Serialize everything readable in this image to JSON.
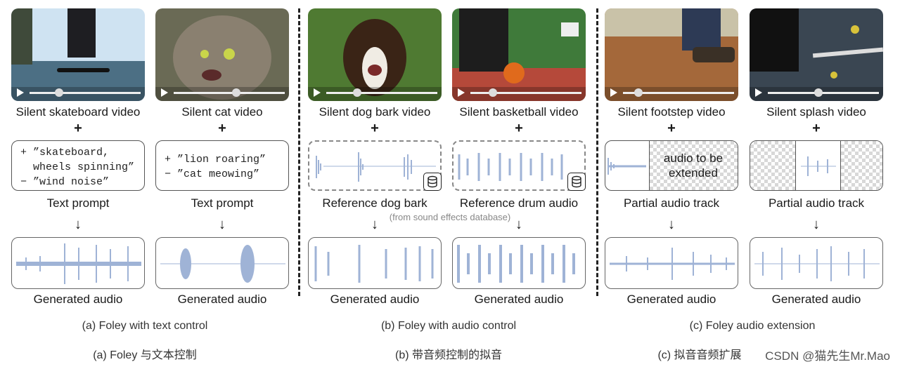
{
  "videos": [
    {
      "caption": "Silent skateboard video"
    },
    {
      "caption": "Silent cat video"
    },
    {
      "caption": "Silent dog bark video"
    },
    {
      "caption": "Silent basketball video"
    },
    {
      "caption": "Silent footstep video"
    },
    {
      "caption": "Silent splash video"
    }
  ],
  "plus": "+",
  "arrow": "↓",
  "prompts": {
    "skateboard": "+ ”skateboard,\n  wheels spinning”\n− ”wind noise”",
    "cat": "+ ”lion roaring”\n− ”cat meowing”"
  },
  "labels": {
    "text_prompt": "Text prompt",
    "ref_dog": "Reference dog bark",
    "ref_drum": "Reference drum audio",
    "db_note": "(from sound effects database)",
    "partial": "Partial audio track",
    "to_extend": "audio to be\nextended",
    "generated": "Generated audio"
  },
  "sections": {
    "a_en": "(a) Foley with text control",
    "a_zh": "(a) Foley 与文本控制",
    "b_en": "(b) Foley with audio control",
    "b_zh": "(b) 带音频控制的拟音",
    "c_en": "(c) Foley audio extension",
    "c_zh": "(c) 拟音音频扩展"
  },
  "watermark": "CSDN @猫先生Mr.Mao",
  "colors": {
    "wave": "#9fb3d6",
    "sky": "#cfe3f2",
    "leaves": "#a4683a"
  }
}
